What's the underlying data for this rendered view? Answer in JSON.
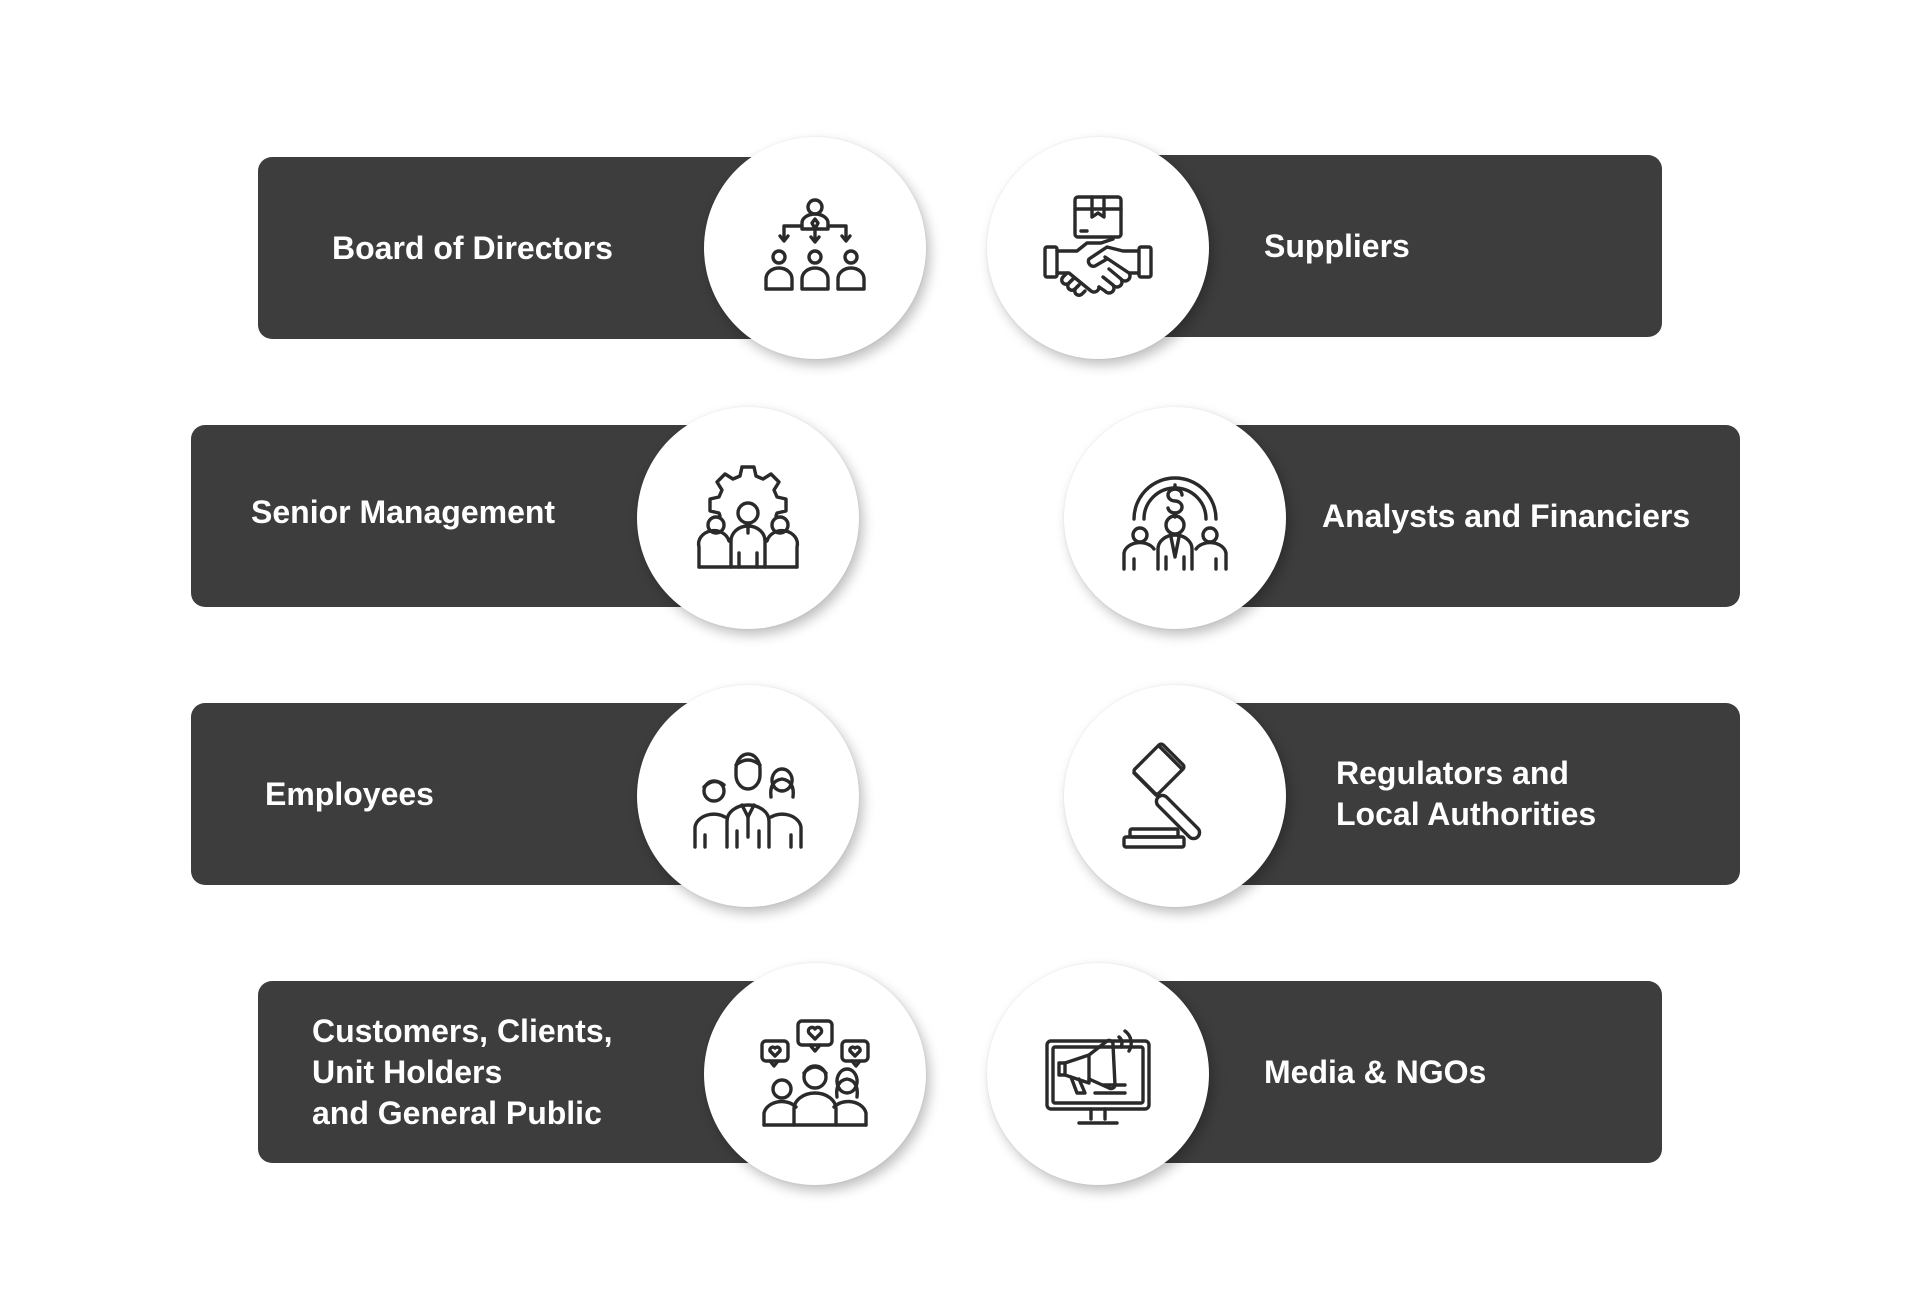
{
  "stakeholders": [
    {
      "label": "Board of Directors",
      "icon": "org-hierarchy-icon"
    },
    {
      "label": "Suppliers",
      "icon": "handshake-package-icon"
    },
    {
      "label": "Senior Management",
      "icon": "gear-team-icon"
    },
    {
      "label": "Analysts and Financiers",
      "icon": "dollar-team-icon"
    },
    {
      "label": "Employees",
      "icon": "employees-group-icon"
    },
    {
      "label": "Regulators and\nLocal Authorities",
      "icon": "gavel-icon"
    },
    {
      "label": "Customers, Clients,\nUnit Holders\nand General Public",
      "icon": "community-feedback-icon"
    },
    {
      "label": "Media & NGOs",
      "icon": "monitor-megaphone-icon"
    }
  ],
  "colors": {
    "pill": "#3d3d3d",
    "text": "#ffffff",
    "circle": "#ffffff",
    "icon_stroke": "#2a2a2a"
  }
}
